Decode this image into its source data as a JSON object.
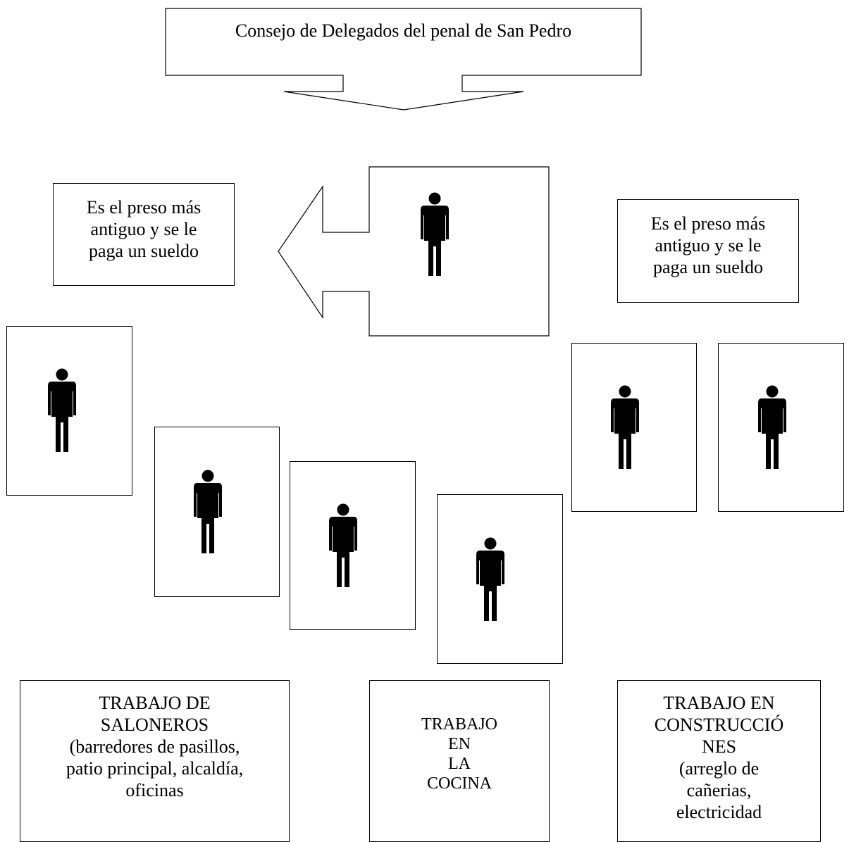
{
  "title_text": "Consejo de Delegados del penal de San Pedro",
  "note_left": [
    "Es el preso más",
    "antiguo y se le",
    "paga un sueldo"
  ],
  "note_right": [
    "Es el preso más",
    "antiguo y se le",
    "paga un sueldo"
  ],
  "box_saloneros": [
    "TRABAJO DE",
    "SALONEROS",
    "(barredores de pasillos,",
    "patio principal, alcaldía,",
    "oficinas"
  ],
  "box_cocina": [
    "TRABAJO",
    "EN",
    "LA",
    "COCINA"
  ],
  "box_construcciones": [
    "TRABAJO EN",
    "CONSTRUCCIÓ",
    "NES",
    "(arreglo de",
    "cañerias,",
    "electricidad"
  ],
  "icons": {
    "person": "person-icon",
    "arrow_down": "arrow-down-icon",
    "arrow_left": "arrow-left-icon"
  }
}
